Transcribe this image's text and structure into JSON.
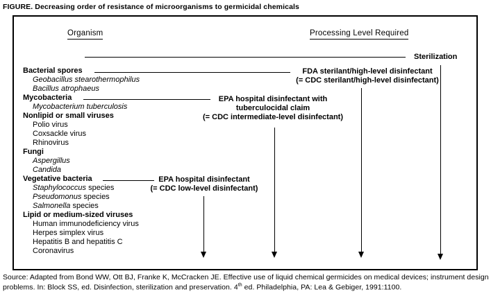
{
  "colors": {
    "ink": "#000000",
    "paper": "#ffffff"
  },
  "title": "FIGURE. Decreasing order of resistance of microorganisms to germicidal chemicals",
  "diagram": {
    "left_header": "Organism",
    "right_header": "Processing Level Required",
    "organisms": [
      {
        "text": "Bacterial spores",
        "type": "category"
      },
      {
        "italic": "Geobacillus stearothermophilus",
        "type": "sub"
      },
      {
        "italic": "Bacillus atrophaeus",
        "type": "sub"
      },
      {
        "text": "Mycobacteria",
        "type": "category"
      },
      {
        "italic": "Mycobacterium tuberculosis",
        "type": "sub"
      },
      {
        "text": "Nonlipid or small viruses",
        "type": "category"
      },
      {
        "text": "Polio virus",
        "type": "sub"
      },
      {
        "text": "Coxsackle virus",
        "type": "sub"
      },
      {
        "text": "Rhinovirus",
        "type": "sub"
      },
      {
        "text": "Fungi",
        "type": "category"
      },
      {
        "italic": "Aspergillus",
        "type": "sub"
      },
      {
        "italic": "Candida",
        "type": "sub"
      },
      {
        "text": "Vegetative bacteria",
        "type": "category"
      },
      {
        "italic": "Staphylococcus",
        "text": " species",
        "type": "sub"
      },
      {
        "italic": "Pseudomonus",
        "text": " species",
        "type": "sub"
      },
      {
        "italic": "Salmonella",
        "text": " species",
        "type": "sub"
      },
      {
        "text": "Lipid or medium-sized viruses",
        "type": "category"
      },
      {
        "text": "Human immunodeficiency virus",
        "type": "sub"
      },
      {
        "text": "Herpes simplex virus",
        "type": "sub"
      },
      {
        "text": "Hepatitis B and hepatitis C",
        "type": "sub"
      },
      {
        "text": "Coronavirus",
        "type": "sub"
      }
    ],
    "levels": {
      "sterilization": "Sterilization",
      "fda": {
        "line1": "FDA sterilant/high-level disinfectant",
        "line2": "(= CDC sterilant/high-level disinfectant)"
      },
      "epa_tb": {
        "line1": "EPA hospital disinfectant with",
        "line2": "tuberculocidal claim",
        "line3": "(= CDC intermediate-level disinfectant)"
      },
      "epa_low": {
        "line1": "EPA hospital disinfectant",
        "line2": "(= CDC low-level disinfectant)"
      }
    }
  },
  "source": {
    "line1": "Source: Adapted from Bond WW, Ott BJ, Franke K, McCracken JE. Effective use of liquid chemical germicides on medical devices; instrument design",
    "line2_pre": "problems. In: Block SS, ed. Disinfection, sterilization and preservation. 4",
    "line2_sup": "th",
    "line2_post": " ed. Philadelphia, PA: Lea & Gebiger, 1991:1100."
  }
}
